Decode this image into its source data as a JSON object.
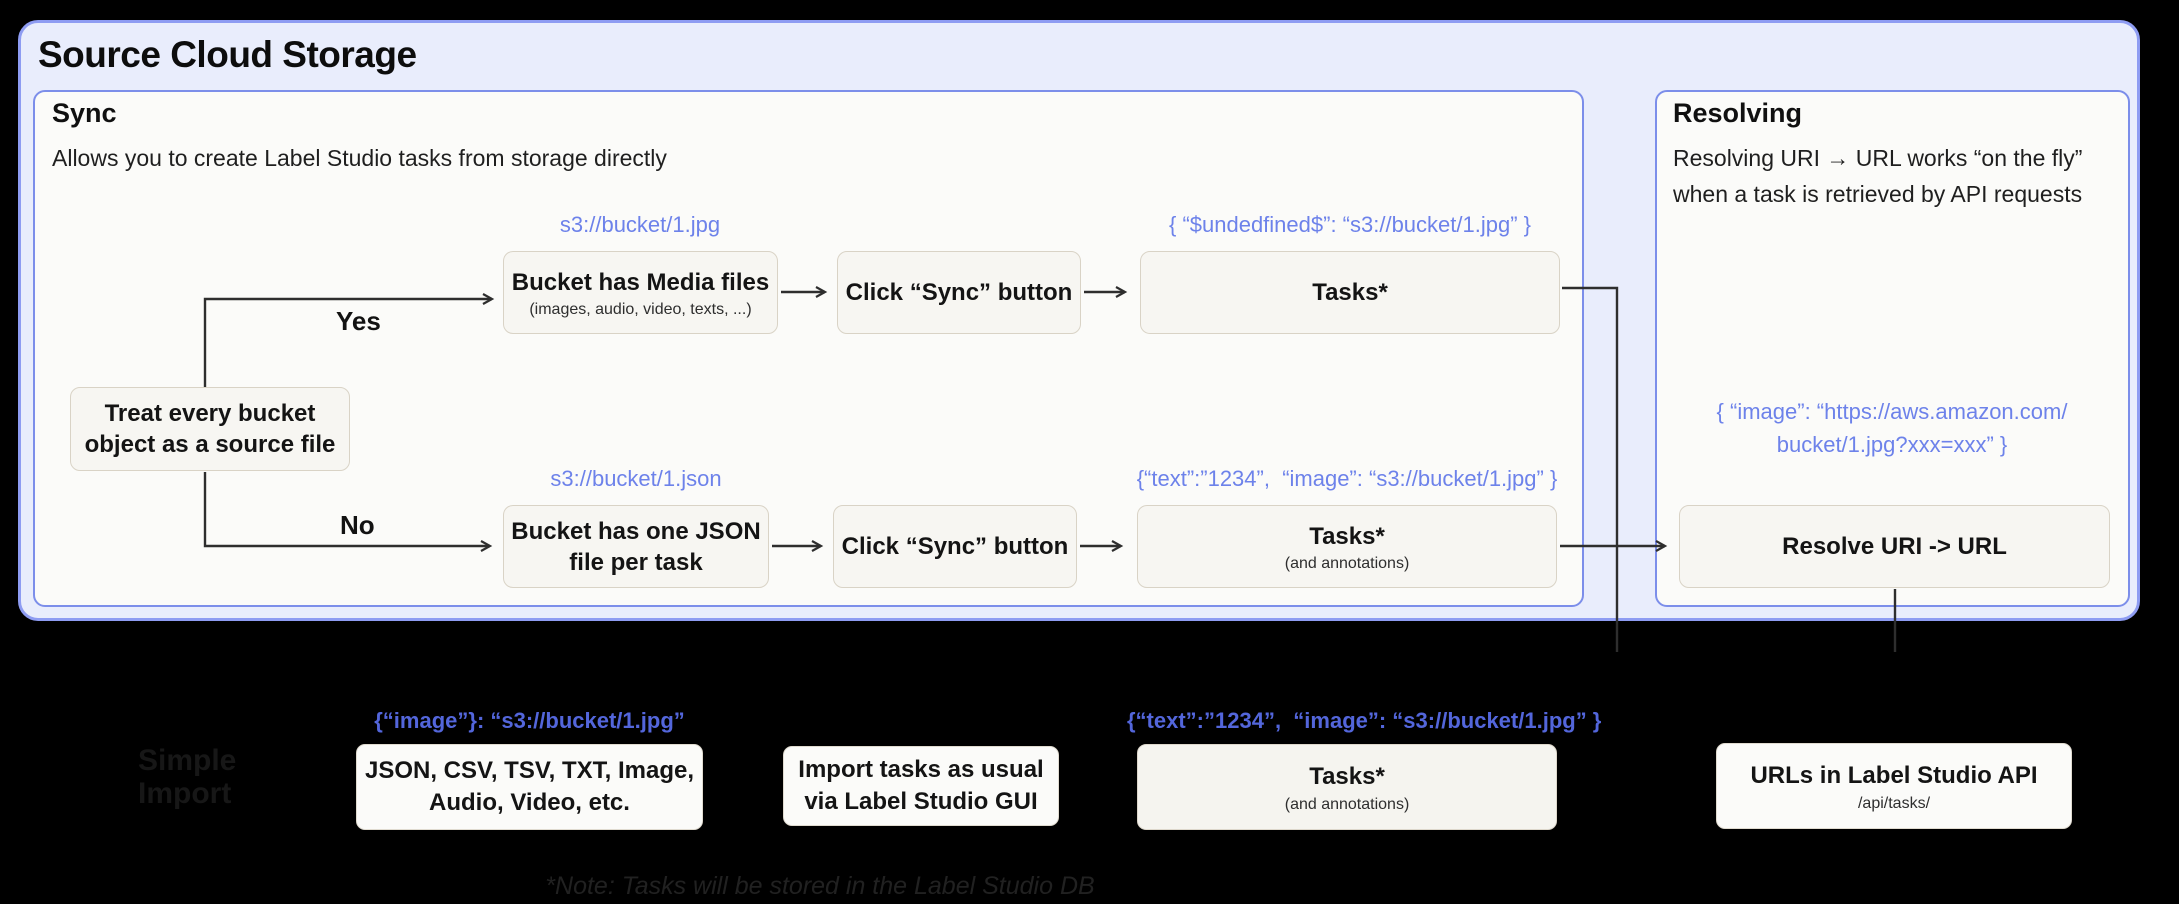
{
  "page": {
    "title": "Source Cloud Storage"
  },
  "colors": {
    "container_fill": "#e9edfc",
    "container_border": "#8e9cf2",
    "panel_border": "#7c8eea",
    "label_blue": "#6d82ea",
    "label_blue_dark": "#5366db",
    "box_fill": "#f7f6f2",
    "wire": "#2e2e2e"
  },
  "sync": {
    "title": "Sync",
    "subtitle": "Allows you to create Label Studio tasks from storage directly",
    "decision": {
      "line1": "Treat every bucket",
      "line2": "object as a source file"
    },
    "yes_label": "Yes",
    "no_label": "No",
    "row1": {
      "uri": "s3://bucket/1.jpg",
      "bucket_title": "Bucket has Media files",
      "bucket_sub": "(images, audio, video, texts, ...)",
      "sync_btn": "Click “Sync” button",
      "json": "{ “$undedfined$”: “s3://bucket/1.jpg” }",
      "tasks": "Tasks*"
    },
    "row2": {
      "uri": "s3://bucket/1.json",
      "bucket_line1": "Bucket has one JSON",
      "bucket_line2": "file per task",
      "sync_btn": "Click “Sync” button",
      "json": "{“text”:”1234”,  “image”: “s3://bucket/1.jpg” }",
      "tasks": "Tasks*",
      "tasks_sub": "(and annotations)"
    }
  },
  "resolving": {
    "title": "Resolving",
    "desc_line1": "Resolving URI → URL works “on the fly”",
    "desc_line2": "when a task is retrieved by API requests",
    "json_line1": "{ “image”: “https://aws.amazon.com/",
    "json_line2": "bucket/1.jpg?xxx=xxx” }",
    "resolve_btn": "Resolve URI -> URL"
  },
  "bottom": {
    "ghost_line1": "Simple",
    "ghost_line2": "Import",
    "formats_json": "{“image”}: “s3://bucket/1.jpg”",
    "formats_line1": "JSON, CSV, TSV, TXT, Image,",
    "formats_line2": "Audio, Video, etc.",
    "gui_line1": "Import tasks as usual",
    "gui_line2": "via Label Studio GUI",
    "tasks_json": "{“text”:”1234”,  “image”: “s3://bucket/1.jpg” }",
    "tasks": "Tasks*",
    "tasks_sub": "(and annotations)",
    "urls_title": "URLs in Label Studio API",
    "urls_sub": "/api/tasks/",
    "note": "*Note: Tasks will be stored in the Label Studio DB"
  }
}
